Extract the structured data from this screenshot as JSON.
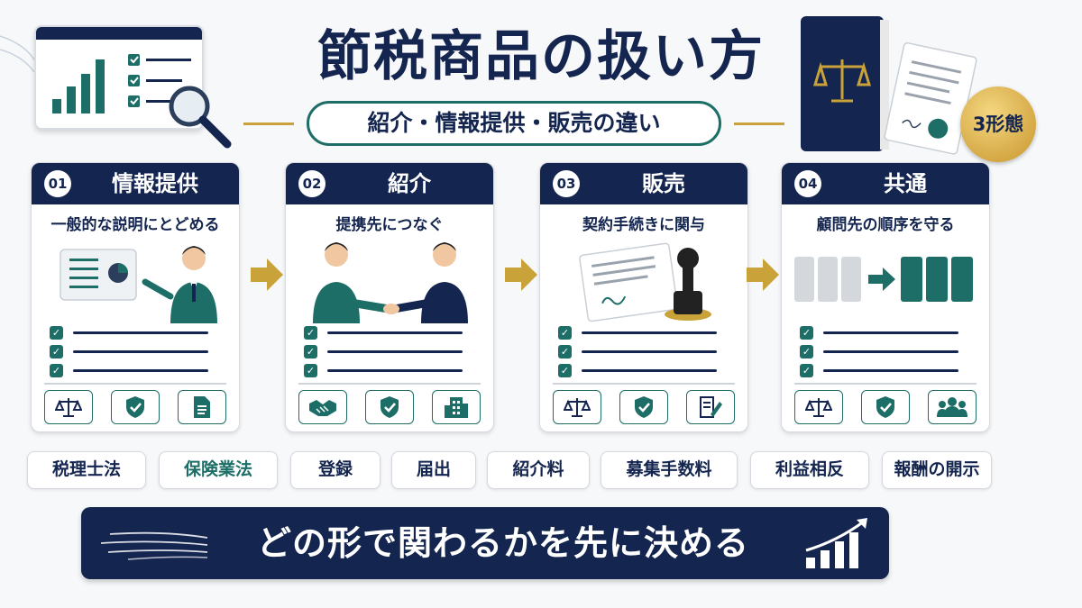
{
  "header": {
    "title": "節税商品の扱い方",
    "subtitle": "紹介・情報提供・販売の違い",
    "badge": "3形態"
  },
  "cards": [
    {
      "num": "01",
      "title": "情報提供",
      "desc": "一般的な説明にとどめる",
      "icons": [
        "scale-icon",
        "shield-check-icon",
        "document-icon"
      ]
    },
    {
      "num": "02",
      "title": "紹介",
      "desc": "提携先につなぐ",
      "icons": [
        "handshake-icon",
        "shield-check-icon",
        "building-icon"
      ]
    },
    {
      "num": "03",
      "title": "販売",
      "desc": "契約手続きに関与",
      "icons": [
        "scale-icon",
        "shield-check-icon",
        "edit-document-icon"
      ]
    },
    {
      "num": "04",
      "title": "共通",
      "desc": "顧問先の順序を守る",
      "icons": [
        "scale-icon",
        "shield-check-icon",
        "people-icon"
      ]
    }
  ],
  "tags": [
    "税理士法",
    "保険業法",
    "登録",
    "届出",
    "紹介料",
    "募集手数料",
    "利益相反",
    "報酬の開示"
  ],
  "banner": {
    "text": "どの形で関わるかを先に決める"
  },
  "colors": {
    "navy": "#14254f",
    "teal": "#1d6e67",
    "gold": "#c9a23a",
    "background": "#f7f8fa"
  }
}
